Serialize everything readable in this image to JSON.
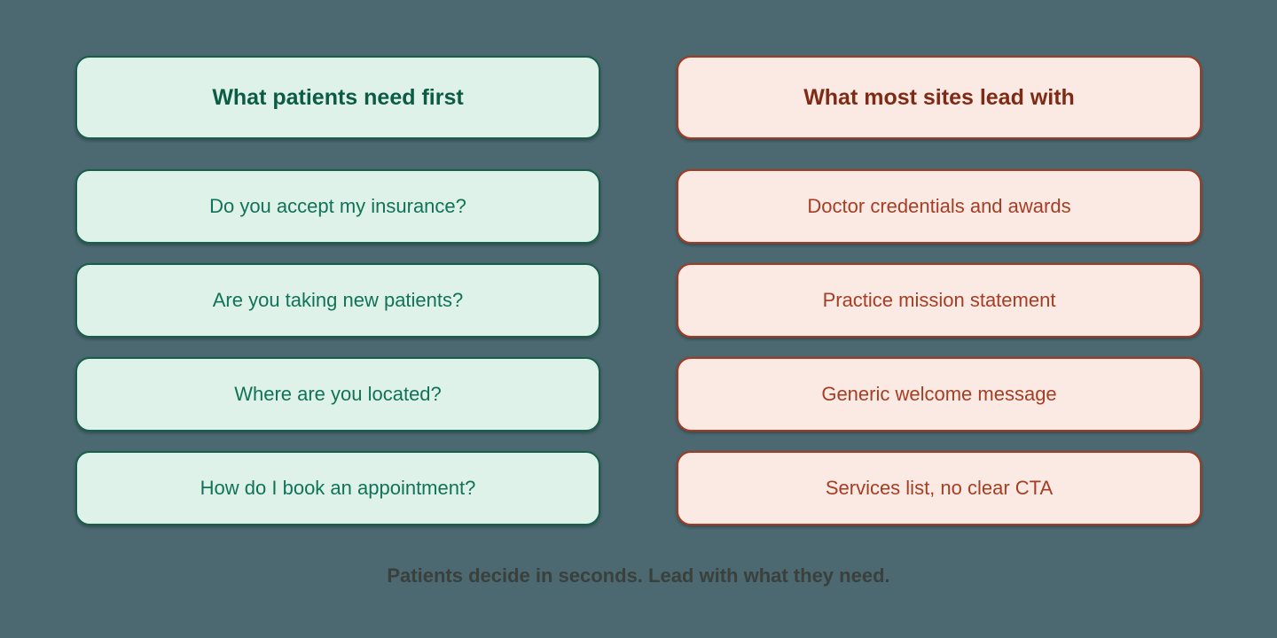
{
  "canvas": {
    "background_color": "#4C6870"
  },
  "columns": [
    {
      "id": "patients-need-first",
      "header": "What patients need first",
      "items": [
        "Do you accept my insurance?",
        "Are you taking new patients?",
        "Where are you located?",
        "How do I book an appointment?"
      ],
      "theme": {
        "card_fill": "#DFF2E9",
        "card_border": "#15604A",
        "header_text_color": "#0B5B45",
        "item_text_color": "#117258"
      }
    },
    {
      "id": "most-sites-lead-with",
      "header": "What most sites lead with",
      "items": [
        "Doctor credentials and awards",
        "Practice mission statement",
        "Generic welcome message",
        "Services list, no clear CTA"
      ],
      "theme": {
        "card_fill": "#FBEAE3",
        "card_border": "#A33A21",
        "header_text_color": "#7E2A15",
        "item_text_color": "#A43E24"
      }
    }
  ],
  "caption": "Patients decide in seconds. Lead with what they need."
}
